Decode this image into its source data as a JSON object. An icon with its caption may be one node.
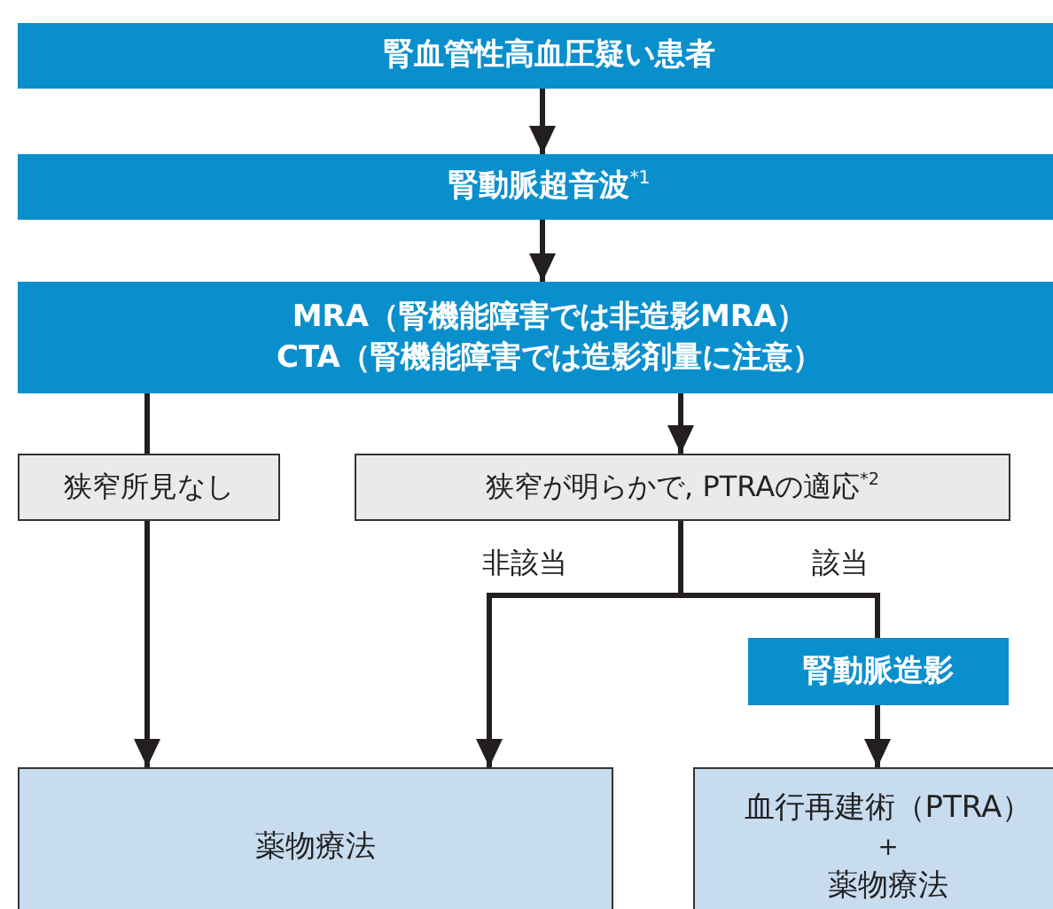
{
  "diagram": {
    "nodes": [
      {
        "text": [
          "腎血管性高血圧疑い患者"
        ]
      },
      {
        "text": [
          "腎動脈超音波$^{*1}$"
        ]
      },
      {
        "text": [
          "MRA（腎機能障害では非造影MRA）",
          "CTA（腎機能障害では造影剤量に注意）"
        ]
      },
      {
        "text": [
          "狭窄所見なし"
        ]
      },
      {
        "text": [
          "狭窄が明らかで, PTRAの適応$^{*2}$"
        ]
      },
      {
        "text": [
          "腎動脈造影"
        ]
      },
      {
        "text": [
          "薬物療法"
        ]
      },
      {
        "text": [
          "血行再建術（PTRA）",
          "＋",
          "薬物療法"
        ]
      }
    ],
    "edges": [
      {
        "from": 0,
        "to": 1,
        "arrow": "to"
      },
      {
        "from": 1,
        "to": 2,
        "arrow": "to"
      },
      {
        "from": 2,
        "to": 3,
        "arrow": "none"
      },
      {
        "from": 2,
        "to": 4,
        "arrow": "to"
      },
      {
        "from": 3,
        "to": 6,
        "arrow": "to"
      },
      {
        "from": 4,
        "to": 6,
        "arrow": "to",
        "label": "非該当"
      },
      {
        "from": 4,
        "to": 5,
        "arrow": "none",
        "label": "該当"
      },
      {
        "from": 5,
        "to": 7,
        "arrow": "to"
      }
    ]
  }
}
